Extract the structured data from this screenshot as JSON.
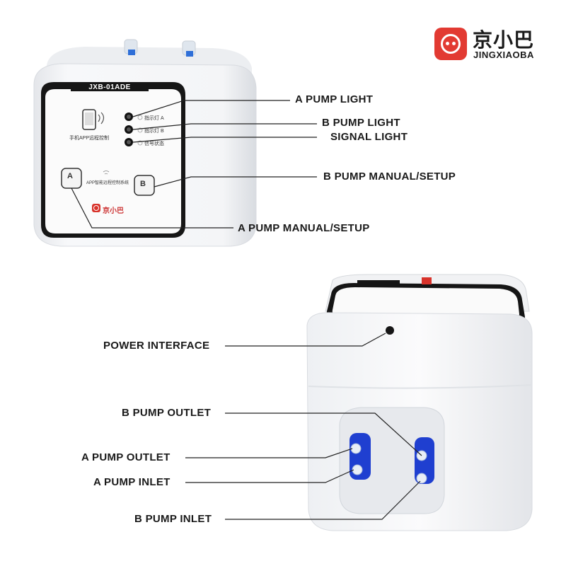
{
  "brand": {
    "name_cn": "京小巴",
    "name_en": "JINGXIAOBA",
    "color": "#e23a32"
  },
  "device_front": {
    "model": "JXB-01ADE",
    "app_remote_label": "手机APP远程控制",
    "indicator_a": "指示灯 A",
    "indicator_b": "指示灯 B",
    "signal_status": "信号状态",
    "app_system_label": "APP智能远程控制系统",
    "panel_brand": "京小巴",
    "button_a_glyph": "A",
    "button_b_glyph": "B"
  },
  "callouts": {
    "a_pump_light": "A PUMP LIGHT",
    "b_pump_light": "B PUMP LIGHT",
    "signal_light": "SIGNAL LIGHT",
    "b_pump_manual_setup": "B PUMP MANUAL/SETUP",
    "a_pump_manual_setup": "A PUMP MANUAL/SETUP",
    "power_interface": "POWER INTERFACE",
    "b_pump_outlet": "B PUMP OUTLET",
    "a_pump_outlet": "A PUMP OUTLET",
    "a_pump_inlet": "A PUMP INLET",
    "b_pump_inlet": "B PUMP INLET"
  },
  "colors": {
    "device_body": "#f4f5f7",
    "panel_frame": "#151515",
    "port_blue": "#1f3fd0",
    "leader_line": "#222222"
  }
}
